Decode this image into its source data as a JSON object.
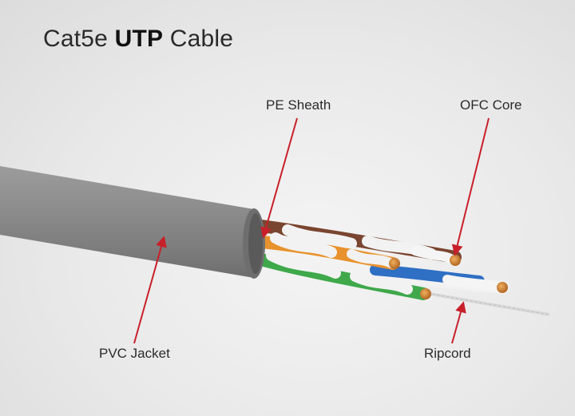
{
  "title": {
    "prefix": "Cat5e",
    "bold": "UTP",
    "suffix": "Cable"
  },
  "labels": {
    "pe_sheath": "PE Sheath",
    "ofc_core": "OFC Core",
    "pvc_jacket": "PVC Jacket",
    "ripcord": "Ripcord"
  },
  "colors": {
    "jacket": "#8a8a8a",
    "arrow": "#c8202a",
    "copper": "#c8782a",
    "pair_brown": "#7a4530",
    "pair_orange": "#e8922e",
    "pair_green": "#3ea84a",
    "pair_blue": "#2f6fc4",
    "insulation_white": "#f2f2f2"
  }
}
